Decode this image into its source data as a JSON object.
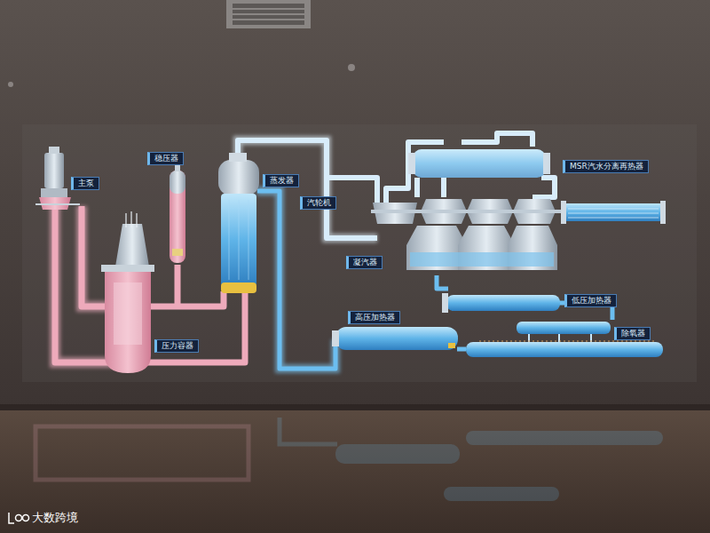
{
  "diagram": {
    "nodes": [
      {
        "text": [
          "主泵"
        ]
      },
      {
        "text": [
          "稳压器"
        ]
      },
      {
        "text": [
          "蒸发器"
        ]
      },
      {
        "text": [
          "汽轮机"
        ]
      },
      {
        "text": [
          "MSR汽水分离再热器"
        ]
      },
      {
        "text": [
          "凝汽器"
        ]
      },
      {
        "text": [
          "低压加热器"
        ]
      },
      {
        "text": [
          "高压加热器"
        ]
      },
      {
        "text": [
          "除氧器"
        ]
      },
      {
        "text": [
          "压力容器"
        ]
      }
    ],
    "labels": [
      "大数跨境"
    ]
  }
}
